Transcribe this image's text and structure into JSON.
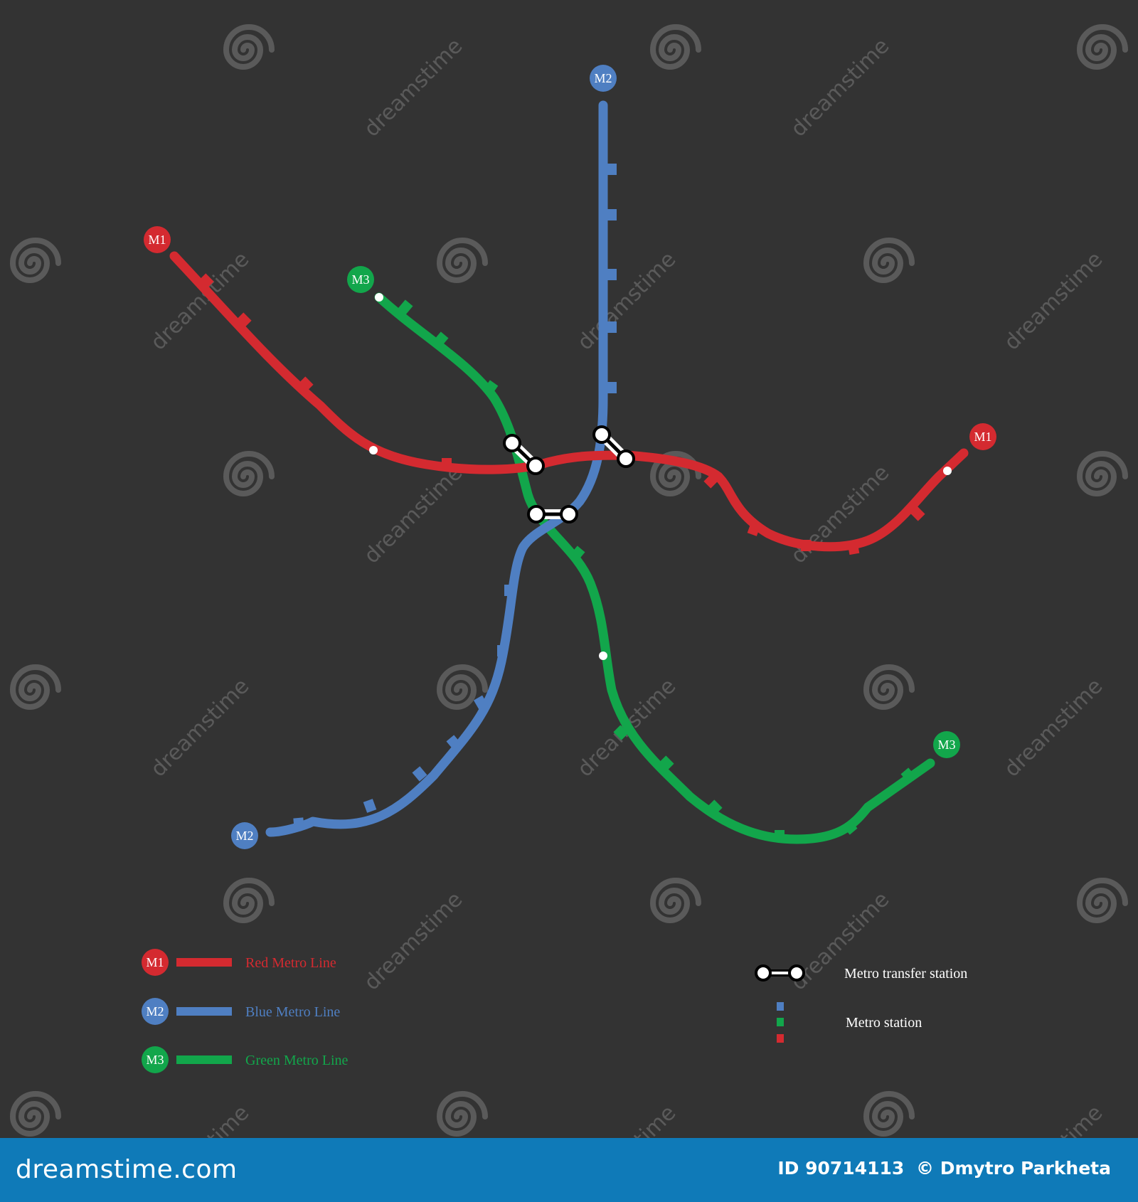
{
  "colors": {
    "background": "#333333",
    "red": "#d42a30",
    "blue": "#4f7fc2",
    "green": "#12a64b",
    "transfer": "#ffffff",
    "label_text": "#ffffff",
    "watermark": "#7a7a7a",
    "footer_bg": "#0f7ab8"
  },
  "lines": [
    {
      "id": "red",
      "badge": "M1",
      "legend_label": "Red Metro Line",
      "color_key": "red"
    },
    {
      "id": "blue",
      "badge": "M2",
      "legend_label": "Blue Metro Line",
      "color_key": "blue"
    },
    {
      "id": "green",
      "badge": "M3",
      "legend_label": "Green Metro Line",
      "color_key": "green"
    }
  ],
  "legend": {
    "transfer_label": "Metro transfer station",
    "station_label": "Metro station"
  },
  "watermark": {
    "text": "dreamstime",
    "icon": "dreamstime-spiral-icon"
  },
  "footer": {
    "brand": "dreamstime.com",
    "id_label": "ID 90714113",
    "credit": "© Dmytro Parkheta"
  }
}
